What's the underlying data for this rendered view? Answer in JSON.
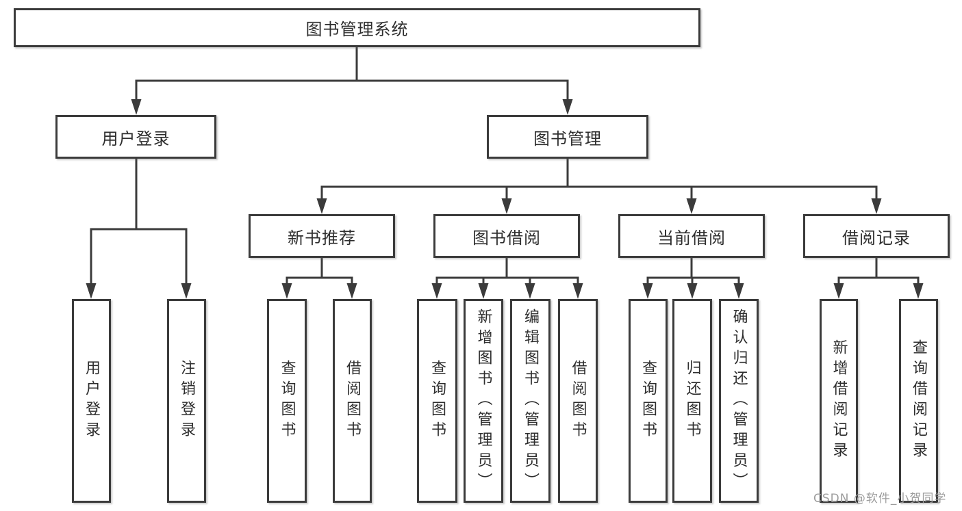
{
  "colors": {
    "line": "#3b3b3b",
    "box_border": "#3b3b3b",
    "box_background": "#ffffff",
    "text": "#2e2e2e",
    "watermark_text": "#9d9d9d"
  },
  "tree": {
    "root": "图书管理系统",
    "children": [
      {
        "label": "用户登录",
        "children": [
          "用户登录",
          "注销登录"
        ]
      },
      {
        "label": "图书管理",
        "children": [
          {
            "label": "新书推荐",
            "children": [
              "查询图书",
              "借阅图书"
            ]
          },
          {
            "label": "图书借阅",
            "children": [
              "查询图书",
              "新增图书（管理员）",
              "编辑图书（管理员）",
              "借阅图书"
            ]
          },
          {
            "label": "当前借阅",
            "children": [
              "查询图书",
              "归还图书",
              "确认归还（管理员）"
            ]
          },
          {
            "label": "借阅记录",
            "children": [
              "新增借阅记录",
              "查询借阅记录"
            ]
          }
        ]
      }
    ]
  },
  "watermark": "CSDN @软件_小贺同学"
}
